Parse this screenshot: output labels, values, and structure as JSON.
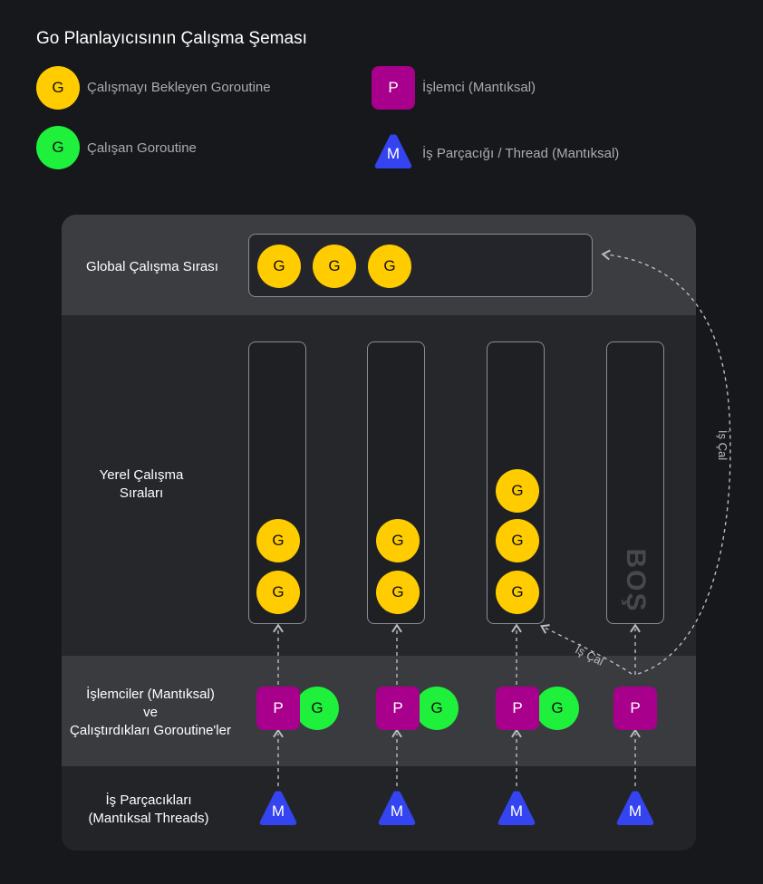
{
  "title": "Go Planlayıcısının Çalışma Şeması",
  "legend": {
    "waiting_goroutine": {
      "symbol": "G",
      "label": "Çalışmayı Bekleyen Goroutine",
      "color": "#ffcc00"
    },
    "running_goroutine": {
      "symbol": "G",
      "label": "Çalışan Goroutine",
      "color": "#1ef03c"
    },
    "processor": {
      "symbol": "P",
      "label": "İşlemci (Mantıksal)",
      "color": "#a8008c"
    },
    "thread": {
      "symbol": "M",
      "label": "İş Parçacığı / Thread (Mantıksal)",
      "color": "#3344f0"
    }
  },
  "rows": {
    "global_queue": "Global Çalışma Sırası",
    "local_queues": [
      "Yerel Çalışma",
      "Sıraları"
    ],
    "processors": [
      "İşlemciler (Mantıksal)",
      "ve",
      "Çalıştırdıkları Goroutine'ler"
    ],
    "threads": [
      "İş Parçacıkları",
      "(Mantıksal Threads)"
    ]
  },
  "global_queue": {
    "goroutines": [
      "G",
      "G",
      "G"
    ]
  },
  "columns": [
    {
      "local_queue": [
        "G",
        "G"
      ],
      "processor": "P",
      "running": "G",
      "thread": "M"
    },
    {
      "local_queue": [
        "G",
        "G"
      ],
      "processor": "P",
      "running": "G",
      "thread": "M"
    },
    {
      "local_queue": [
        "G",
        "G",
        "G"
      ],
      "processor": "P",
      "running": "G",
      "thread": "M"
    },
    {
      "local_queue": [],
      "empty_label": "BOŞ",
      "processor": "P",
      "running": null,
      "thread": "M"
    }
  ],
  "steal_labels": {
    "from_global": "İş Çal",
    "from_local": "İş Çal"
  },
  "colors": {
    "arrow": "#b9bbc1",
    "box_border": "#8b8d93"
  }
}
